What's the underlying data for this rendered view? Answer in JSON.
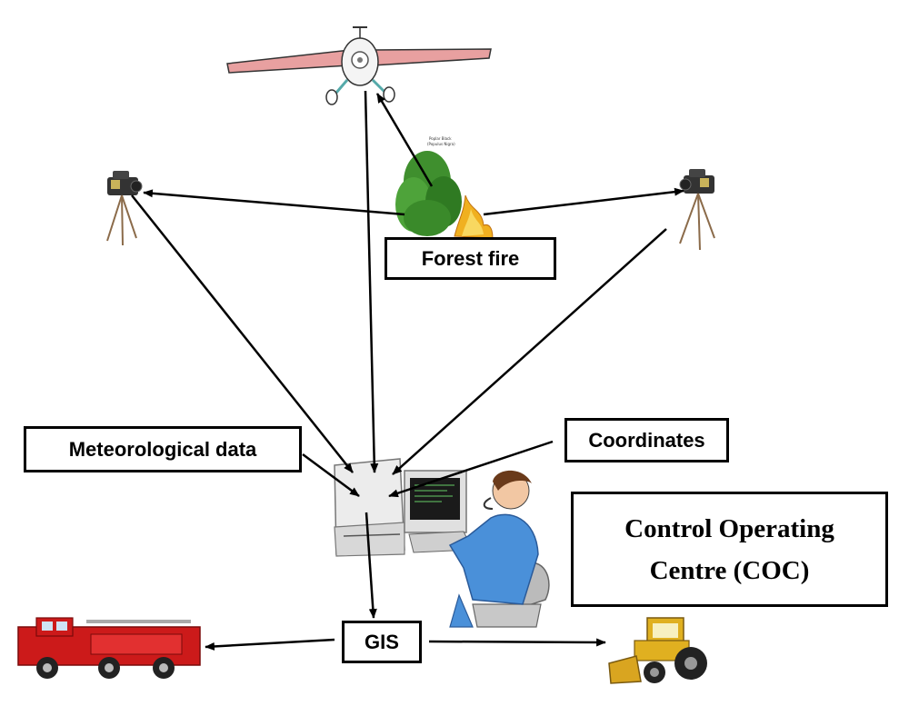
{
  "labels": {
    "forest_fire": "Forest fire",
    "meteorological_data": "Meteorological data",
    "coordinates": "Coordinates",
    "gis": "GIS",
    "coc_line1": "Control Operating",
    "coc_line2": "Centre (COC)"
  },
  "tree_caption": {
    "line1": "Poplar Black",
    "line2": "(Populus Nigra)"
  },
  "icons": {
    "aircraft": "airplane-icon",
    "left_camera": "camera-tripod-icon",
    "right_camera": "camera-tripod-icon",
    "fire": "tree-fire-icon",
    "workstation": "computer-operator-icon",
    "fire_truck": "fire-truck-icon",
    "bulldozer": "bulldozer-icon"
  },
  "colors": {
    "line": "#000000",
    "plane_wing": "#e8a0a0",
    "tree": "#3f8f2e",
    "flame": "#f0b020",
    "operator_shirt": "#4a90d9",
    "truck": "#cc1a1a",
    "dozer": "#e0b020"
  }
}
